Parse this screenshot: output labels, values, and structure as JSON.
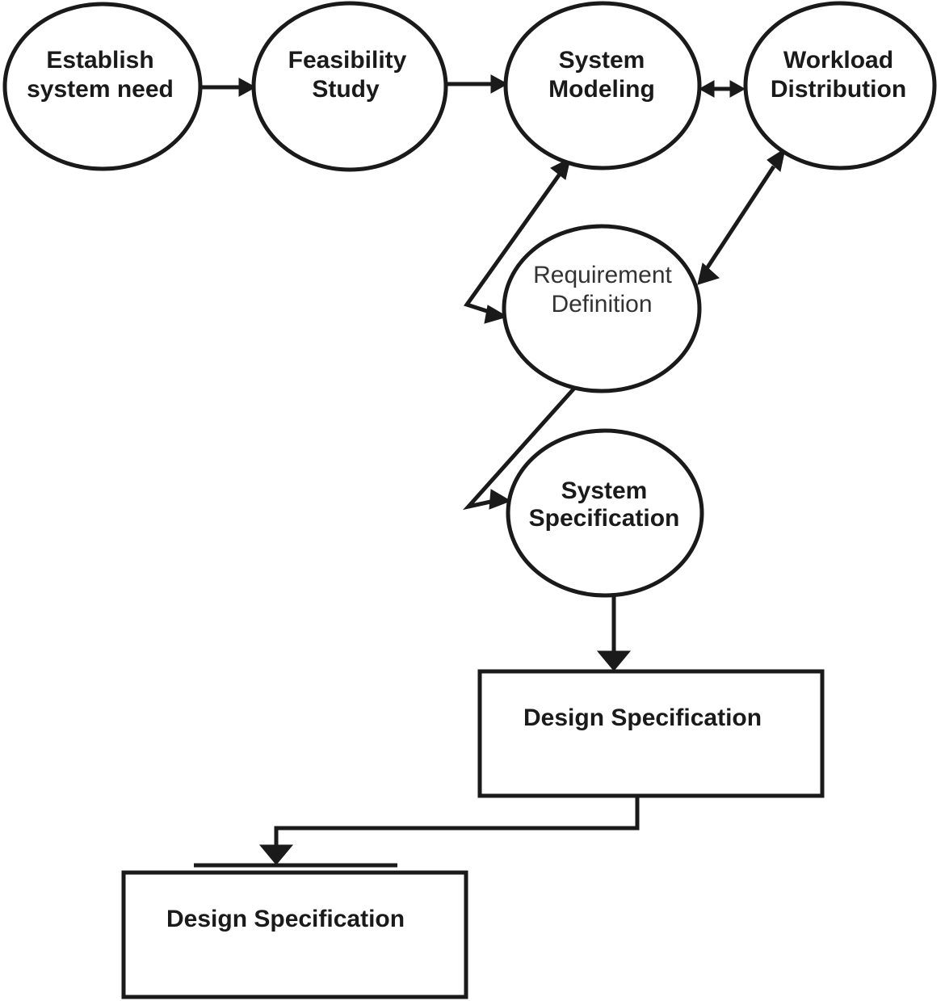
{
  "nodes": {
    "establish": {
      "line1": "Establish",
      "line2": "system need"
    },
    "feasibility": {
      "line1": "Feasibility",
      "line2": "Study"
    },
    "modeling": {
      "line1": "System",
      "line2": "Modeling"
    },
    "workload": {
      "line1": "Workload",
      "line2": "Distribution"
    },
    "requirement": {
      "line1": "Requirement",
      "line2": "Definition"
    },
    "specification": {
      "line1": "System",
      "line2": "Specification"
    }
  },
  "boxes": {
    "design1": {
      "label": "Design Specification"
    },
    "design2": {
      "label": "Design Specification"
    }
  }
}
